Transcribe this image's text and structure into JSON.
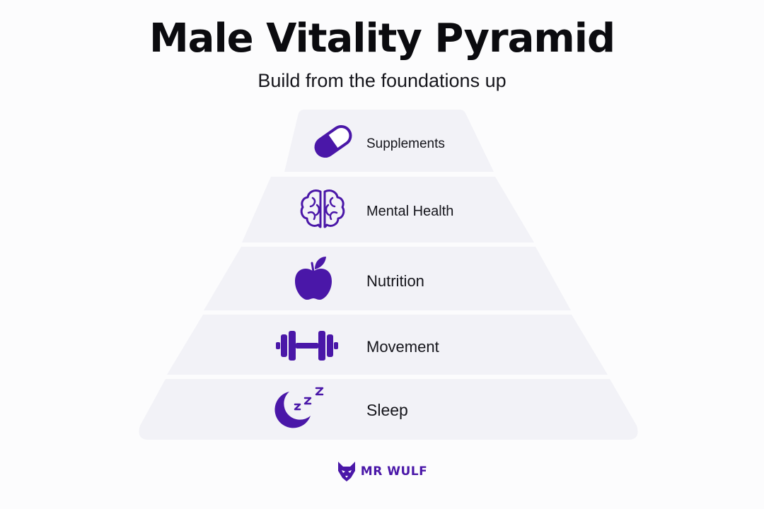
{
  "title": "Male Vitality Pyramid",
  "subtitle": "Build from the foundations up",
  "tiers": [
    {
      "label": "Supplements",
      "icon": "pill-icon"
    },
    {
      "label": "Mental Health",
      "icon": "brain-icon"
    },
    {
      "label": "Nutrition",
      "icon": "apple-icon"
    },
    {
      "label": "Movement",
      "icon": "dumbbell-icon"
    },
    {
      "label": "Sleep",
      "icon": "moon-zzz-icon"
    }
  ],
  "brand": {
    "name": "MR WULF",
    "icon": "wolf-logo-icon"
  },
  "colors": {
    "accent": "#4a17a8",
    "tier": "#f2f2f7",
    "background": "#fcfcfd",
    "text": "#15151b"
  }
}
